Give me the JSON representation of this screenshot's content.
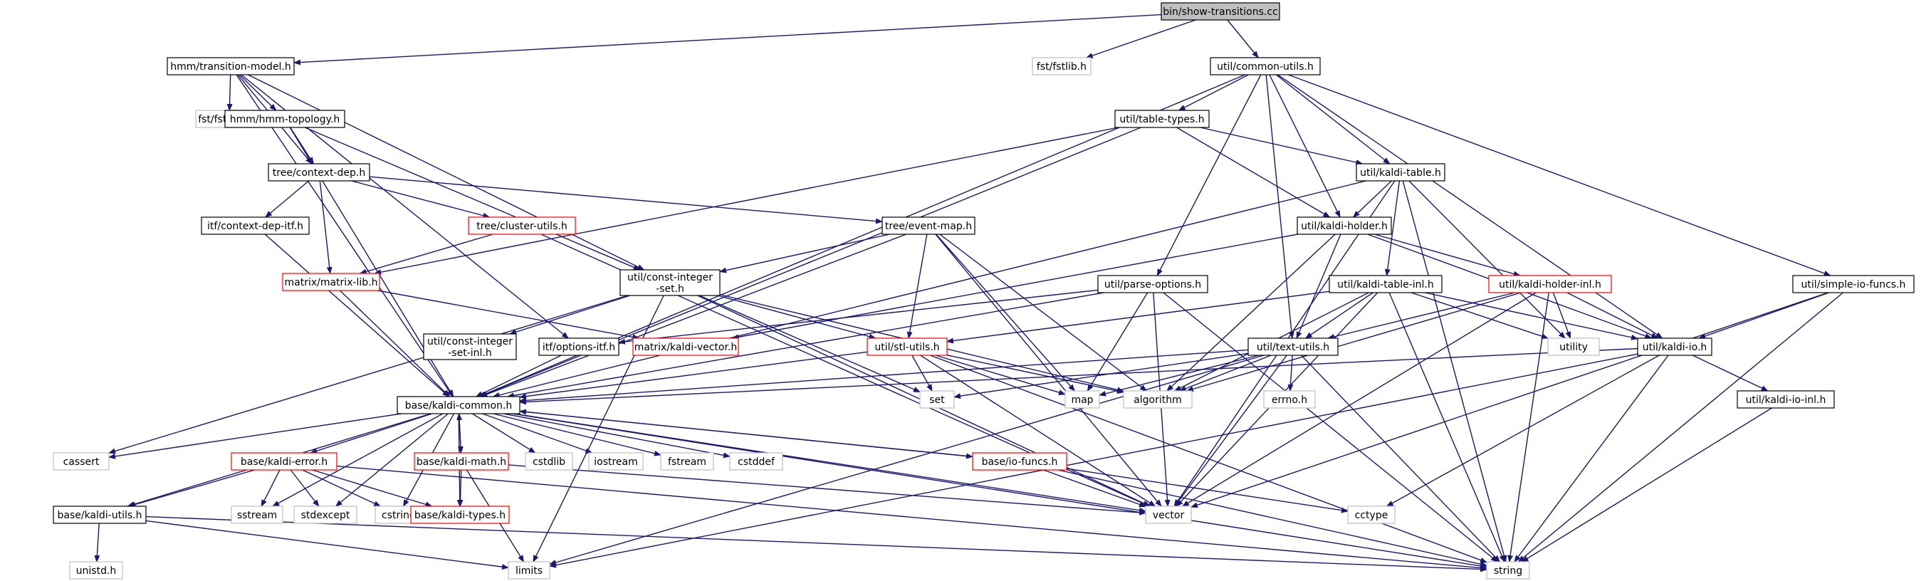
{
  "colors": {
    "edge": "#191970",
    "text": "#000000",
    "border_normal": "#000000",
    "border_red": "#ff0000",
    "border_system": "#bfbfbf",
    "root_fill": "#bfbfbf",
    "node_fill": "#ffffff"
  },
  "nodes": [
    {
      "id": "root",
      "label": "bin/show-transitions.cc",
      "kind": "root"
    },
    {
      "id": "tmodel",
      "label": "hmm/transition-model.h",
      "kind": "normal"
    },
    {
      "id": "fstlib",
      "label": "fst/fstlib.h",
      "kind": "system"
    },
    {
      "id": "common_utils",
      "label": "util/common-utils.h",
      "kind": "normal"
    },
    {
      "id": "fstdecl",
      "label": "fst/fst-decl.h",
      "kind": "system"
    },
    {
      "id": "hmmtopo",
      "label": "hmm/hmm-topology.h",
      "kind": "normal"
    },
    {
      "id": "tabletypes",
      "label": "util/table-types.h",
      "kind": "normal"
    },
    {
      "id": "ctxdep",
      "label": "tree/context-dep.h",
      "kind": "normal"
    },
    {
      "id": "kalditable",
      "label": "util/kaldi-table.h",
      "kind": "normal"
    },
    {
      "id": "ctxdepitf",
      "label": "itf/context-dep-itf.h",
      "kind": "normal"
    },
    {
      "id": "clusterutils",
      "label": "tree/cluster-utils.h",
      "kind": "red"
    },
    {
      "id": "eventmap",
      "label": "tree/event-map.h",
      "kind": "normal"
    },
    {
      "id": "kaldiholder",
      "label": "util/kaldi-holder.h",
      "kind": "normal"
    },
    {
      "id": "matrixlib",
      "label": "matrix/matrix-lib.h",
      "kind": "red"
    },
    {
      "id": "constintset",
      "label": "util/const-integer -set.h",
      "kind": "normal"
    },
    {
      "id": "parseopts",
      "label": "util/parse-options.h",
      "kind": "normal"
    },
    {
      "id": "tableinl",
      "label": "util/kaldi-table-inl.h",
      "kind": "normal"
    },
    {
      "id": "holderinl",
      "label": "util/kaldi-holder-inl.h",
      "kind": "red"
    },
    {
      "id": "simpleio",
      "label": "util/simple-io-funcs.h",
      "kind": "normal"
    },
    {
      "id": "constintinl",
      "label": "util/const-integer -set-inl.h",
      "kind": "normal"
    },
    {
      "id": "optionsitf",
      "label": "itf/options-itf.h",
      "kind": "normal"
    },
    {
      "id": "kaldivector",
      "label": "matrix/kaldi-vector.h",
      "kind": "red"
    },
    {
      "id": "stlutils",
      "label": "util/stl-utils.h",
      "kind": "red"
    },
    {
      "id": "textutils",
      "label": "util/text-utils.h",
      "kind": "normal"
    },
    {
      "id": "utility",
      "label": "utility",
      "kind": "system"
    },
    {
      "id": "kaldiio",
      "label": "util/kaldi-io.h",
      "kind": "normal"
    },
    {
      "id": "set",
      "label": "set",
      "kind": "system"
    },
    {
      "id": "map",
      "label": "map",
      "kind": "system"
    },
    {
      "id": "algorithm",
      "label": "algorithm",
      "kind": "system"
    },
    {
      "id": "errno",
      "label": "errno.h",
      "kind": "system"
    },
    {
      "id": "kaldiioinl",
      "label": "util/kaldi-io-inl.h",
      "kind": "normal"
    },
    {
      "id": "kaldicommon",
      "label": "base/kaldi-common.h",
      "kind": "normal"
    },
    {
      "id": "cassert",
      "label": "cassert",
      "kind": "system"
    },
    {
      "id": "kaldierror",
      "label": "base/kaldi-error.h",
      "kind": "red"
    },
    {
      "id": "kaldimath",
      "label": "base/kaldi-math.h",
      "kind": "red"
    },
    {
      "id": "cstdlib",
      "label": "cstdlib",
      "kind": "system"
    },
    {
      "id": "iostream",
      "label": "iostream",
      "kind": "system"
    },
    {
      "id": "fstream",
      "label": "fstream",
      "kind": "system"
    },
    {
      "id": "cstddef",
      "label": "cstddef",
      "kind": "system"
    },
    {
      "id": "iofuncs",
      "label": "base/io-funcs.h",
      "kind": "red"
    },
    {
      "id": "kaldiutils",
      "label": "base/kaldi-utils.h",
      "kind": "normal"
    },
    {
      "id": "sstream",
      "label": "sstream",
      "kind": "system"
    },
    {
      "id": "stdexcept",
      "label": "stdexcept",
      "kind": "system"
    },
    {
      "id": "cstring",
      "label": "cstring",
      "kind": "system"
    },
    {
      "id": "kalditypes",
      "label": "base/kaldi-types.h",
      "kind": "red"
    },
    {
      "id": "vector",
      "label": "vector",
      "kind": "system"
    },
    {
      "id": "cctype",
      "label": "cctype",
      "kind": "system"
    },
    {
      "id": "unistd",
      "label": "unistd.h",
      "kind": "system"
    },
    {
      "id": "limits",
      "label": "limits",
      "kind": "system"
    },
    {
      "id": "string",
      "label": "string",
      "kind": "system"
    }
  ],
  "edges": [
    [
      "root",
      "tmodel"
    ],
    [
      "root",
      "common_utils"
    ],
    [
      "root",
      "fstlib"
    ],
    [
      "tmodel",
      "fstdecl"
    ],
    [
      "tmodel",
      "hmmtopo"
    ],
    [
      "tmodel",
      "ctxdep"
    ],
    [
      "tmodel",
      "kaldicommon"
    ],
    [
      "tmodel",
      "constintset"
    ],
    [
      "tmodel",
      "optionsitf"
    ],
    [
      "hmmtopo",
      "ctxdep"
    ],
    [
      "hmmtopo",
      "kaldicommon"
    ],
    [
      "hmmtopo",
      "constintset"
    ],
    [
      "ctxdep",
      "ctxdepitf"
    ],
    [
      "ctxdep",
      "clusterutils"
    ],
    [
      "ctxdep",
      "eventmap"
    ],
    [
      "ctxdep",
      "matrixlib"
    ],
    [
      "ctxdepitf",
      "kaldicommon"
    ],
    [
      "clusterutils",
      "matrixlib"
    ],
    [
      "clusterutils",
      "vector"
    ],
    [
      "eventmap",
      "constintset"
    ],
    [
      "eventmap",
      "stlutils"
    ],
    [
      "eventmap",
      "map"
    ],
    [
      "eventmap",
      "algorithm"
    ],
    [
      "eventmap",
      "kaldicommon"
    ],
    [
      "eventmap",
      "vector"
    ],
    [
      "common_utils",
      "tabletypes"
    ],
    [
      "common_utils",
      "kaldiholder"
    ],
    [
      "common_utils",
      "kalditable"
    ],
    [
      "common_utils",
      "parseopts"
    ],
    [
      "common_utils",
      "textutils"
    ],
    [
      "common_utils",
      "kaldiio"
    ],
    [
      "common_utils",
      "simpleio"
    ],
    [
      "common_utils",
      "kaldicommon"
    ],
    [
      "tabletypes",
      "kalditable"
    ],
    [
      "tabletypes",
      "kaldiholder"
    ],
    [
      "tabletypes",
      "matrixlib"
    ],
    [
      "tabletypes",
      "kaldicommon"
    ],
    [
      "kalditable",
      "kaldiholder"
    ],
    [
      "kalditable",
      "tableinl"
    ],
    [
      "kalditable",
      "utility"
    ],
    [
      "kalditable",
      "kaldicommon"
    ],
    [
      "kalditable",
      "vector"
    ],
    [
      "kalditable",
      "string"
    ],
    [
      "kaldiholder",
      "holderinl"
    ],
    [
      "kaldiholder",
      "textutils"
    ],
    [
      "kaldiholder",
      "kaldiio"
    ],
    [
      "kaldiholder",
      "kaldivector"
    ],
    [
      "kaldiholder",
      "algorithm"
    ],
    [
      "matrixlib",
      "kaldicommon"
    ],
    [
      "matrixlib",
      "kaldivector"
    ],
    [
      "constintset",
      "constintinl"
    ],
    [
      "constintset",
      "stlutils"
    ],
    [
      "constintset",
      "set"
    ],
    [
      "constintset",
      "algorithm"
    ],
    [
      "constintset",
      "cassert"
    ],
    [
      "constintset",
      "limits"
    ],
    [
      "constintset",
      "vector"
    ],
    [
      "parseopts",
      "optionsitf"
    ],
    [
      "parseopts",
      "kaldicommon"
    ],
    [
      "parseopts",
      "map"
    ],
    [
      "parseopts",
      "vector"
    ],
    [
      "parseopts",
      "string"
    ],
    [
      "tableinl",
      "textutils"
    ],
    [
      "tableinl",
      "stlutils"
    ],
    [
      "tableinl",
      "kaldiio"
    ],
    [
      "tableinl",
      "utility"
    ],
    [
      "tableinl",
      "algorithm"
    ],
    [
      "tableinl",
      "vector"
    ],
    [
      "tableinl",
      "string"
    ],
    [
      "holderinl",
      "textutils"
    ],
    [
      "holderinl",
      "kaldiio"
    ],
    [
      "holderinl",
      "utility"
    ],
    [
      "holderinl",
      "algorithm"
    ],
    [
      "holderinl",
      "vector"
    ],
    [
      "holderinl",
      "string"
    ],
    [
      "simpleio",
      "kaldiio"
    ],
    [
      "simpleio",
      "vector"
    ],
    [
      "simpleio",
      "string"
    ],
    [
      "optionsitf",
      "kaldicommon"
    ],
    [
      "stlutils",
      "kaldicommon"
    ],
    [
      "stlutils",
      "set"
    ],
    [
      "stlutils",
      "map"
    ],
    [
      "stlutils",
      "algorithm"
    ],
    [
      "stlutils",
      "vector"
    ],
    [
      "stlutils",
      "string"
    ],
    [
      "textutils",
      "kaldicommon"
    ],
    [
      "textutils",
      "set"
    ],
    [
      "textutils",
      "map"
    ],
    [
      "textutils",
      "algorithm"
    ],
    [
      "textutils",
      "errno"
    ],
    [
      "textutils",
      "vector"
    ],
    [
      "textutils",
      "limits"
    ],
    [
      "textutils",
      "string"
    ],
    [
      "kaldiio",
      "kaldicommon"
    ],
    [
      "kaldiio",
      "kaldiioinl"
    ],
    [
      "kaldiio",
      "cctype"
    ],
    [
      "kaldiio",
      "limits"
    ],
    [
      "kaldiio",
      "string"
    ],
    [
      "kaldiioinl",
      "string"
    ],
    [
      "kaldicommon",
      "cassert"
    ],
    [
      "kaldicommon",
      "kaldierror"
    ],
    [
      "kaldicommon",
      "kaldimath"
    ],
    [
      "kaldicommon",
      "cstdlib"
    ],
    [
      "kaldicommon",
      "iostream"
    ],
    [
      "kaldicommon",
      "fstream"
    ],
    [
      "kaldicommon",
      "cstddef"
    ],
    [
      "kaldicommon",
      "iofuncs"
    ],
    [
      "kaldicommon",
      "kaldiutils"
    ],
    [
      "kaldicommon",
      "sstream"
    ],
    [
      "kaldicommon",
      "stdexcept"
    ],
    [
      "kaldicommon",
      "cstring"
    ],
    [
      "kaldicommon",
      "kalditypes"
    ],
    [
      "kaldicommon",
      "vector"
    ],
    [
      "kaldicommon",
      "string"
    ],
    [
      "kaldimath",
      "kaldicommon"
    ],
    [
      "iofuncs",
      "kaldicommon"
    ],
    [
      "kaldierror",
      "kaldiutils"
    ],
    [
      "kaldierror",
      "sstream"
    ],
    [
      "kaldierror",
      "stdexcept"
    ],
    [
      "kaldierror",
      "cstring"
    ],
    [
      "kaldierror",
      "kalditypes"
    ],
    [
      "kaldierror",
      "string"
    ],
    [
      "kaldimath",
      "kalditypes"
    ],
    [
      "kaldimath",
      "limits"
    ],
    [
      "kaldimath",
      "vector"
    ],
    [
      "iofuncs",
      "vector"
    ],
    [
      "iofuncs",
      "cctype"
    ],
    [
      "iofuncs",
      "string"
    ],
    [
      "kaldiutils",
      "unistd"
    ],
    [
      "kaldiutils",
      "limits"
    ],
    [
      "kaldiutils",
      "string"
    ]
  ]
}
